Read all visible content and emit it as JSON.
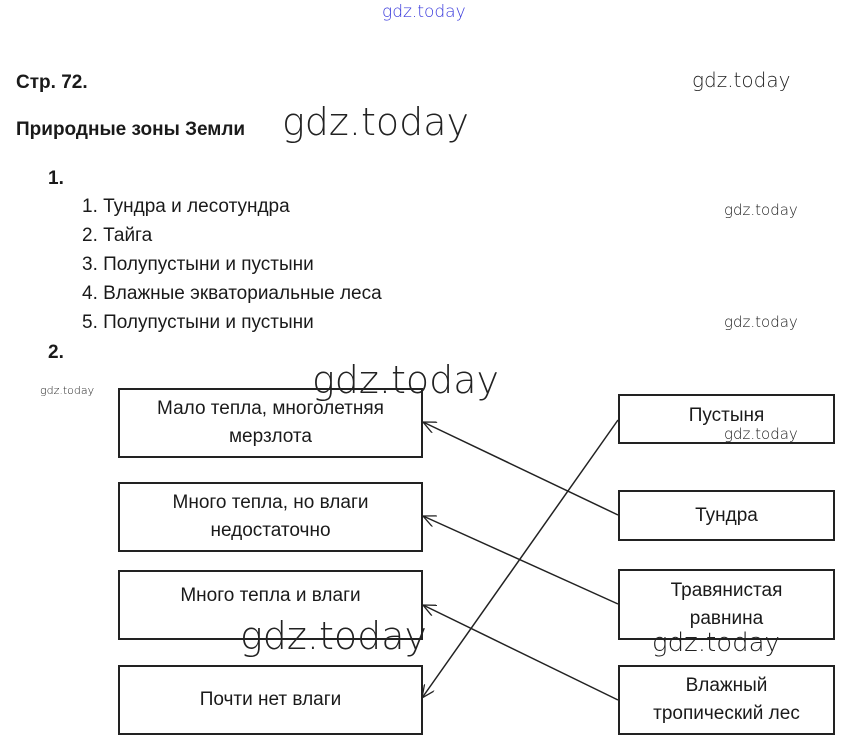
{
  "header": {
    "page": "Стр. 72.",
    "title": "Природные зоны Земли"
  },
  "task1": {
    "number": "1.",
    "items": [
      "1. Тундра и лесотундра",
      "2. Тайга",
      "3. Полупустыни и пустыни",
      "4. Влажные экваториальные леса",
      "5. Полупустыни и пустыни"
    ]
  },
  "task2": {
    "number": "2.",
    "left": [
      "Мало тепла, многолетняя\nмерзлота",
      "Много тепла, но влаги\nнедостаточно",
      "Много тепла и влаги",
      "Почти нет влаги"
    ],
    "right": [
      "Пустыня",
      "Тундра",
      "Травянистая\nравнина",
      "Влажный\nтропический лес"
    ],
    "connections": [
      {
        "from": "Пустыня",
        "to": "Почти нет влаги"
      },
      {
        "from": "Тундра",
        "to": "Мало тепла, многолетняя мерзлота"
      },
      {
        "from": "Травянистая равнина",
        "to": "Много тепла, но влаги недостаточно"
      },
      {
        "from": "Влажный тропический лес",
        "to": "Много тепла и влаги"
      }
    ]
  },
  "watermark": "gdz.today",
  "colors": {
    "watermark_top": "#3a3adc"
  }
}
